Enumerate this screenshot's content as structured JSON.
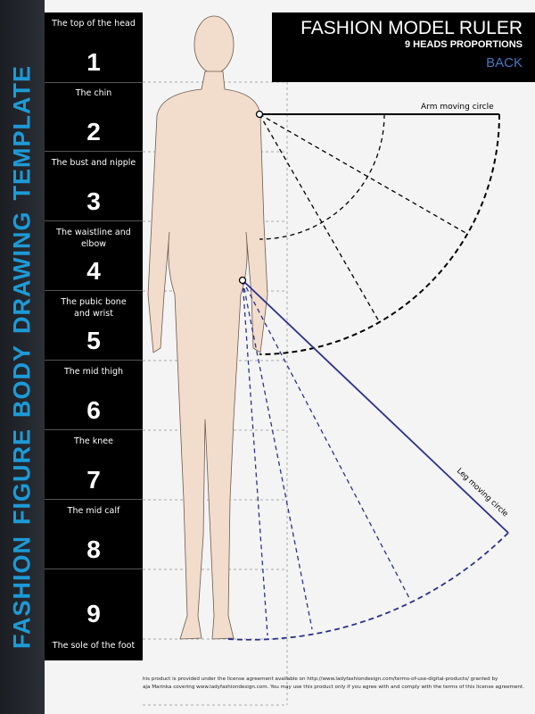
{
  "side_title": [
    "FASHION",
    "FIGURE",
    "BODY",
    "DRAWING",
    "TEMPLATE"
  ],
  "header": {
    "title": "FASHION MODEL RULER",
    "subtitle": "9 HEADS PROPORTIONS",
    "view": "BACK"
  },
  "ruler": [
    {
      "label": "The top of the head",
      "num": "1"
    },
    {
      "label": "The chin",
      "num": "2"
    },
    {
      "label": "The bust and nipple",
      "num": "3"
    },
    {
      "label": "The waistline and elbow",
      "num": "4"
    },
    {
      "label": "The pubic bone and wrist",
      "num": "5"
    },
    {
      "label": "The mid thigh",
      "num": "6"
    },
    {
      "label": "The knee",
      "num": "7"
    },
    {
      "label": "The mid calf",
      "num": "8"
    },
    {
      "label": "",
      "num": "9"
    },
    {
      "label": "The sole of the foot",
      "num": ""
    }
  ],
  "annotations": {
    "arm": "Arm moving circle",
    "leg": "Leg moving circle"
  },
  "footer": [
    "his product is provided under the license agreement available on http://www.ladyfashiondesign.com/terms-of-use-digital-products/ granted by",
    "aja Marinka covering www.ladyfashiondesign.com. You may use this product only if you agree with and comply with the terms of this license agreement."
  ],
  "colors": {
    "accent": "#1e9ad6",
    "leg_line": "#2b2f8f",
    "skin": "#f2dccb"
  }
}
